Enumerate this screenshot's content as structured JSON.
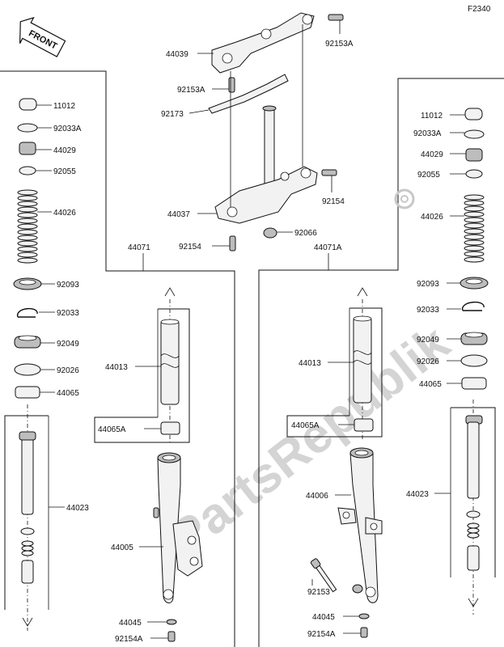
{
  "diagram_code": "F2340",
  "front_label": "FRONT",
  "watermark": "PartsRepublik",
  "labels": {
    "l11012_left": "11012",
    "l92033A_left": "92033A",
    "l44029_left": "44029",
    "l92055_left": "92055",
    "l44026_left": "44026",
    "l92093_left": "92093",
    "l92033_left": "92033",
    "l92049_left": "92049",
    "l92026_left": "92026",
    "l44065_left": "44065",
    "l44023_left": "44023",
    "l44071": "44071",
    "l44013_left": "44013",
    "l44065A_left": "44065A",
    "l44005": "44005",
    "l44045_left": "44045",
    "l92154A_left": "92154A",
    "l44039": "44039",
    "l92153A_top": "92153A",
    "l92153A_mid": "92153A",
    "l92173": "92173",
    "l44037": "44037",
    "l92154_right": "92154",
    "l92154_left": "92154",
    "l92066": "92066",
    "l44071A": "44071A",
    "l11012_right": "11012",
    "l92033A_right": "92033A",
    "l44029_right": "44029",
    "l92055_right": "92055",
    "l44026_right": "44026",
    "l92093_right": "92093",
    "l92033_right": "92033",
    "l92049_right": "92049",
    "l92026_right": "92026",
    "l44065_right": "44065",
    "l44013_right": "44013",
    "l44065A_right": "44065A",
    "l44006": "44006",
    "l44023_right": "44023",
    "l92153": "92153",
    "l44045_right": "44045",
    "l92154A_right": "92154A"
  }
}
